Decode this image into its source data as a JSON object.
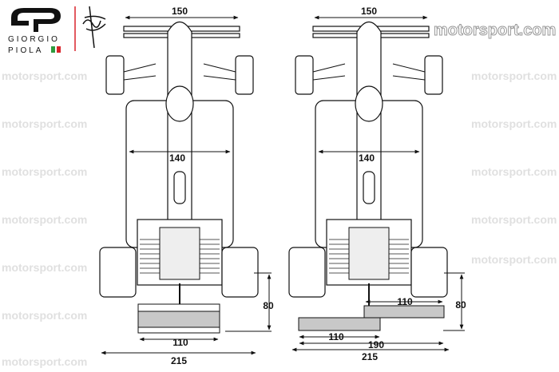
{
  "logo": {
    "line1": "GIORGIO",
    "line2": "PIOLA",
    "flag_colors": [
      "#2e9a3e",
      "#ffffff",
      "#d8232a"
    ],
    "divider_color": "#d8232a"
  },
  "watermark": {
    "text": "motorsport.com",
    "prominent_text": "motorsport.com"
  },
  "left_car": {
    "front_wing_width": "150",
    "body_width": "140",
    "rear_wing_width": "110",
    "rear_wing_height": "80",
    "overall_width": "215"
  },
  "right_car": {
    "front_wing_width": "150",
    "body_width": "140",
    "upper_rear_wing_width": "110",
    "lower_rear_wing_width": "110",
    "rear_wing_span": "190",
    "rear_wing_height": "80",
    "overall_width": "215"
  },
  "colors": {
    "line": "#111111",
    "wing_fill": "#c8c8c8",
    "watermark": "#e8e8e8"
  }
}
